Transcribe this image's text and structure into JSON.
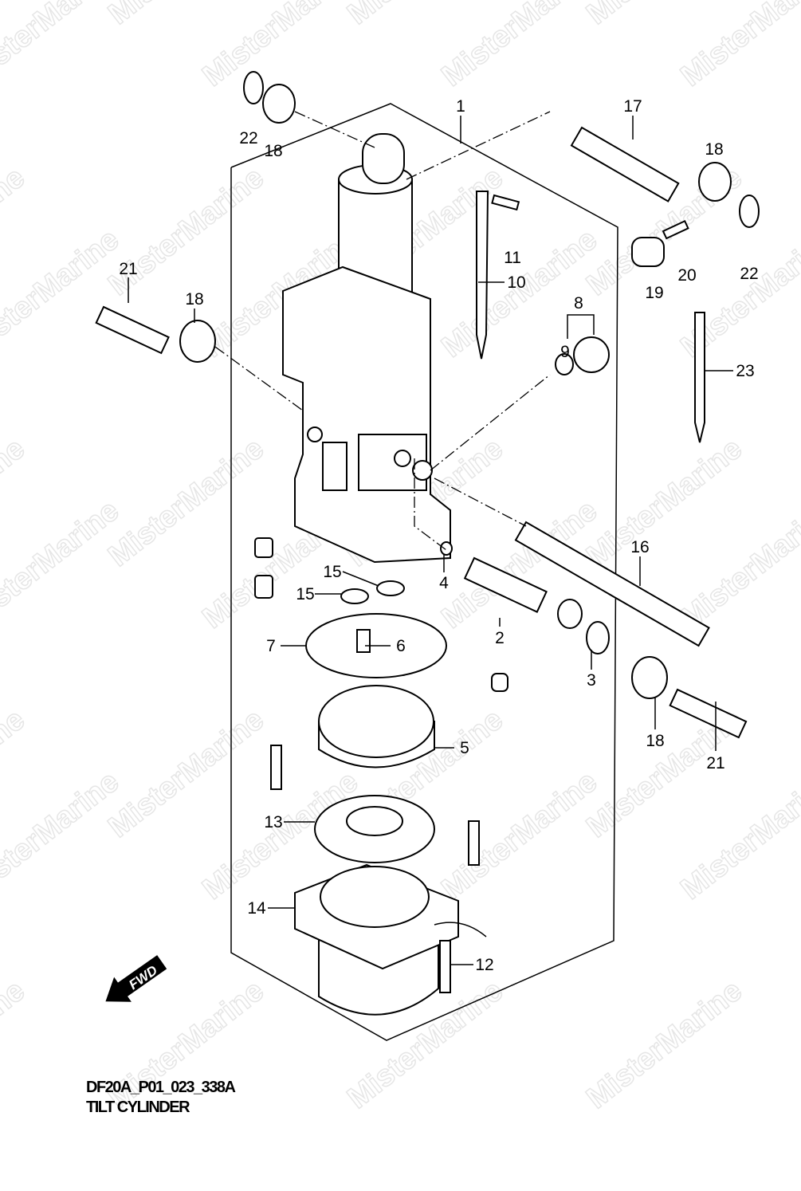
{
  "watermark": "MisterMarine",
  "fwd_label": "FWD",
  "caption": {
    "code": "DF20A_P01_023_338A",
    "title": "TILT CYLINDER"
  },
  "callouts": [
    "1",
    "17",
    "18",
    "22",
    "18",
    "11",
    "10",
    "20",
    "22",
    "19",
    "21",
    "18",
    "8",
    "9",
    "23",
    "16",
    "15",
    "15",
    "4",
    "2",
    "7",
    "6",
    "3",
    "18",
    "21",
    "5",
    "13",
    "14",
    "12"
  ]
}
